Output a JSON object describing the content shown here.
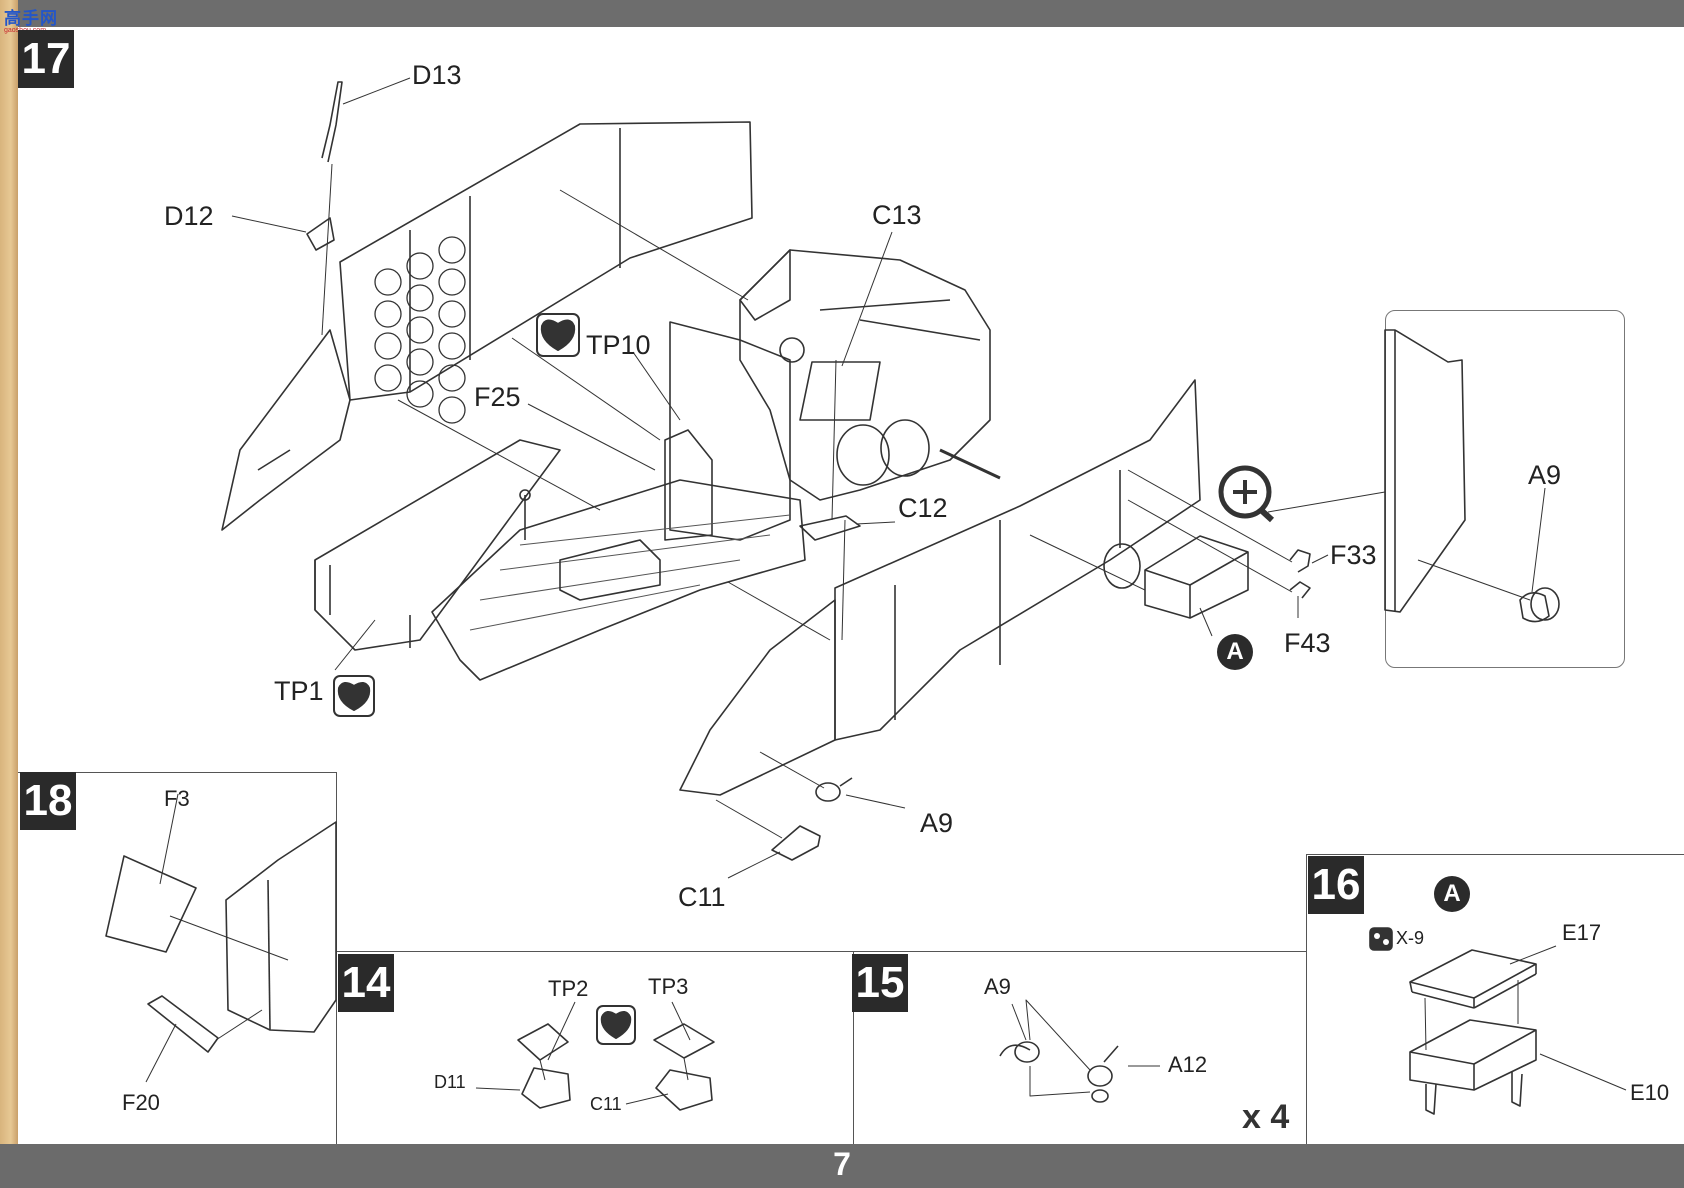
{
  "header": {
    "logo_text": "高手网",
    "logo_url": "gaoshou.com"
  },
  "page_number": "7",
  "steps": {
    "s17": {
      "number": "17",
      "labels": {
        "d13": "D13",
        "d12": "D12",
        "c13": "C13",
        "tp10": "TP10",
        "f25": "F25",
        "c12": "C12",
        "f33": "F33",
        "f43": "F43",
        "a9": "A9",
        "a9b": "A9",
        "c11": "C11",
        "tp1": "TP1"
      },
      "subassembly_marker": "A"
    },
    "s18": {
      "number": "18",
      "labels": {
        "f3": "F3",
        "f20": "F20"
      }
    },
    "s14": {
      "number": "14",
      "labels": {
        "tp2": "TP2",
        "tp3": "TP3",
        "d11": "D11",
        "c11": "C11"
      }
    },
    "s15": {
      "number": "15",
      "labels": {
        "a9": "A9",
        "a12": "A12"
      },
      "quantity": "x 4"
    },
    "s16": {
      "number": "16",
      "marker": "A",
      "ref": "X-9",
      "labels": {
        "e17": "E17",
        "e10": "E10"
      }
    }
  },
  "colors": {
    "bar": "#6d6d6d",
    "step_box": "#2a2a2a",
    "line": "#333333",
    "detail": "#6a6a6a"
  }
}
